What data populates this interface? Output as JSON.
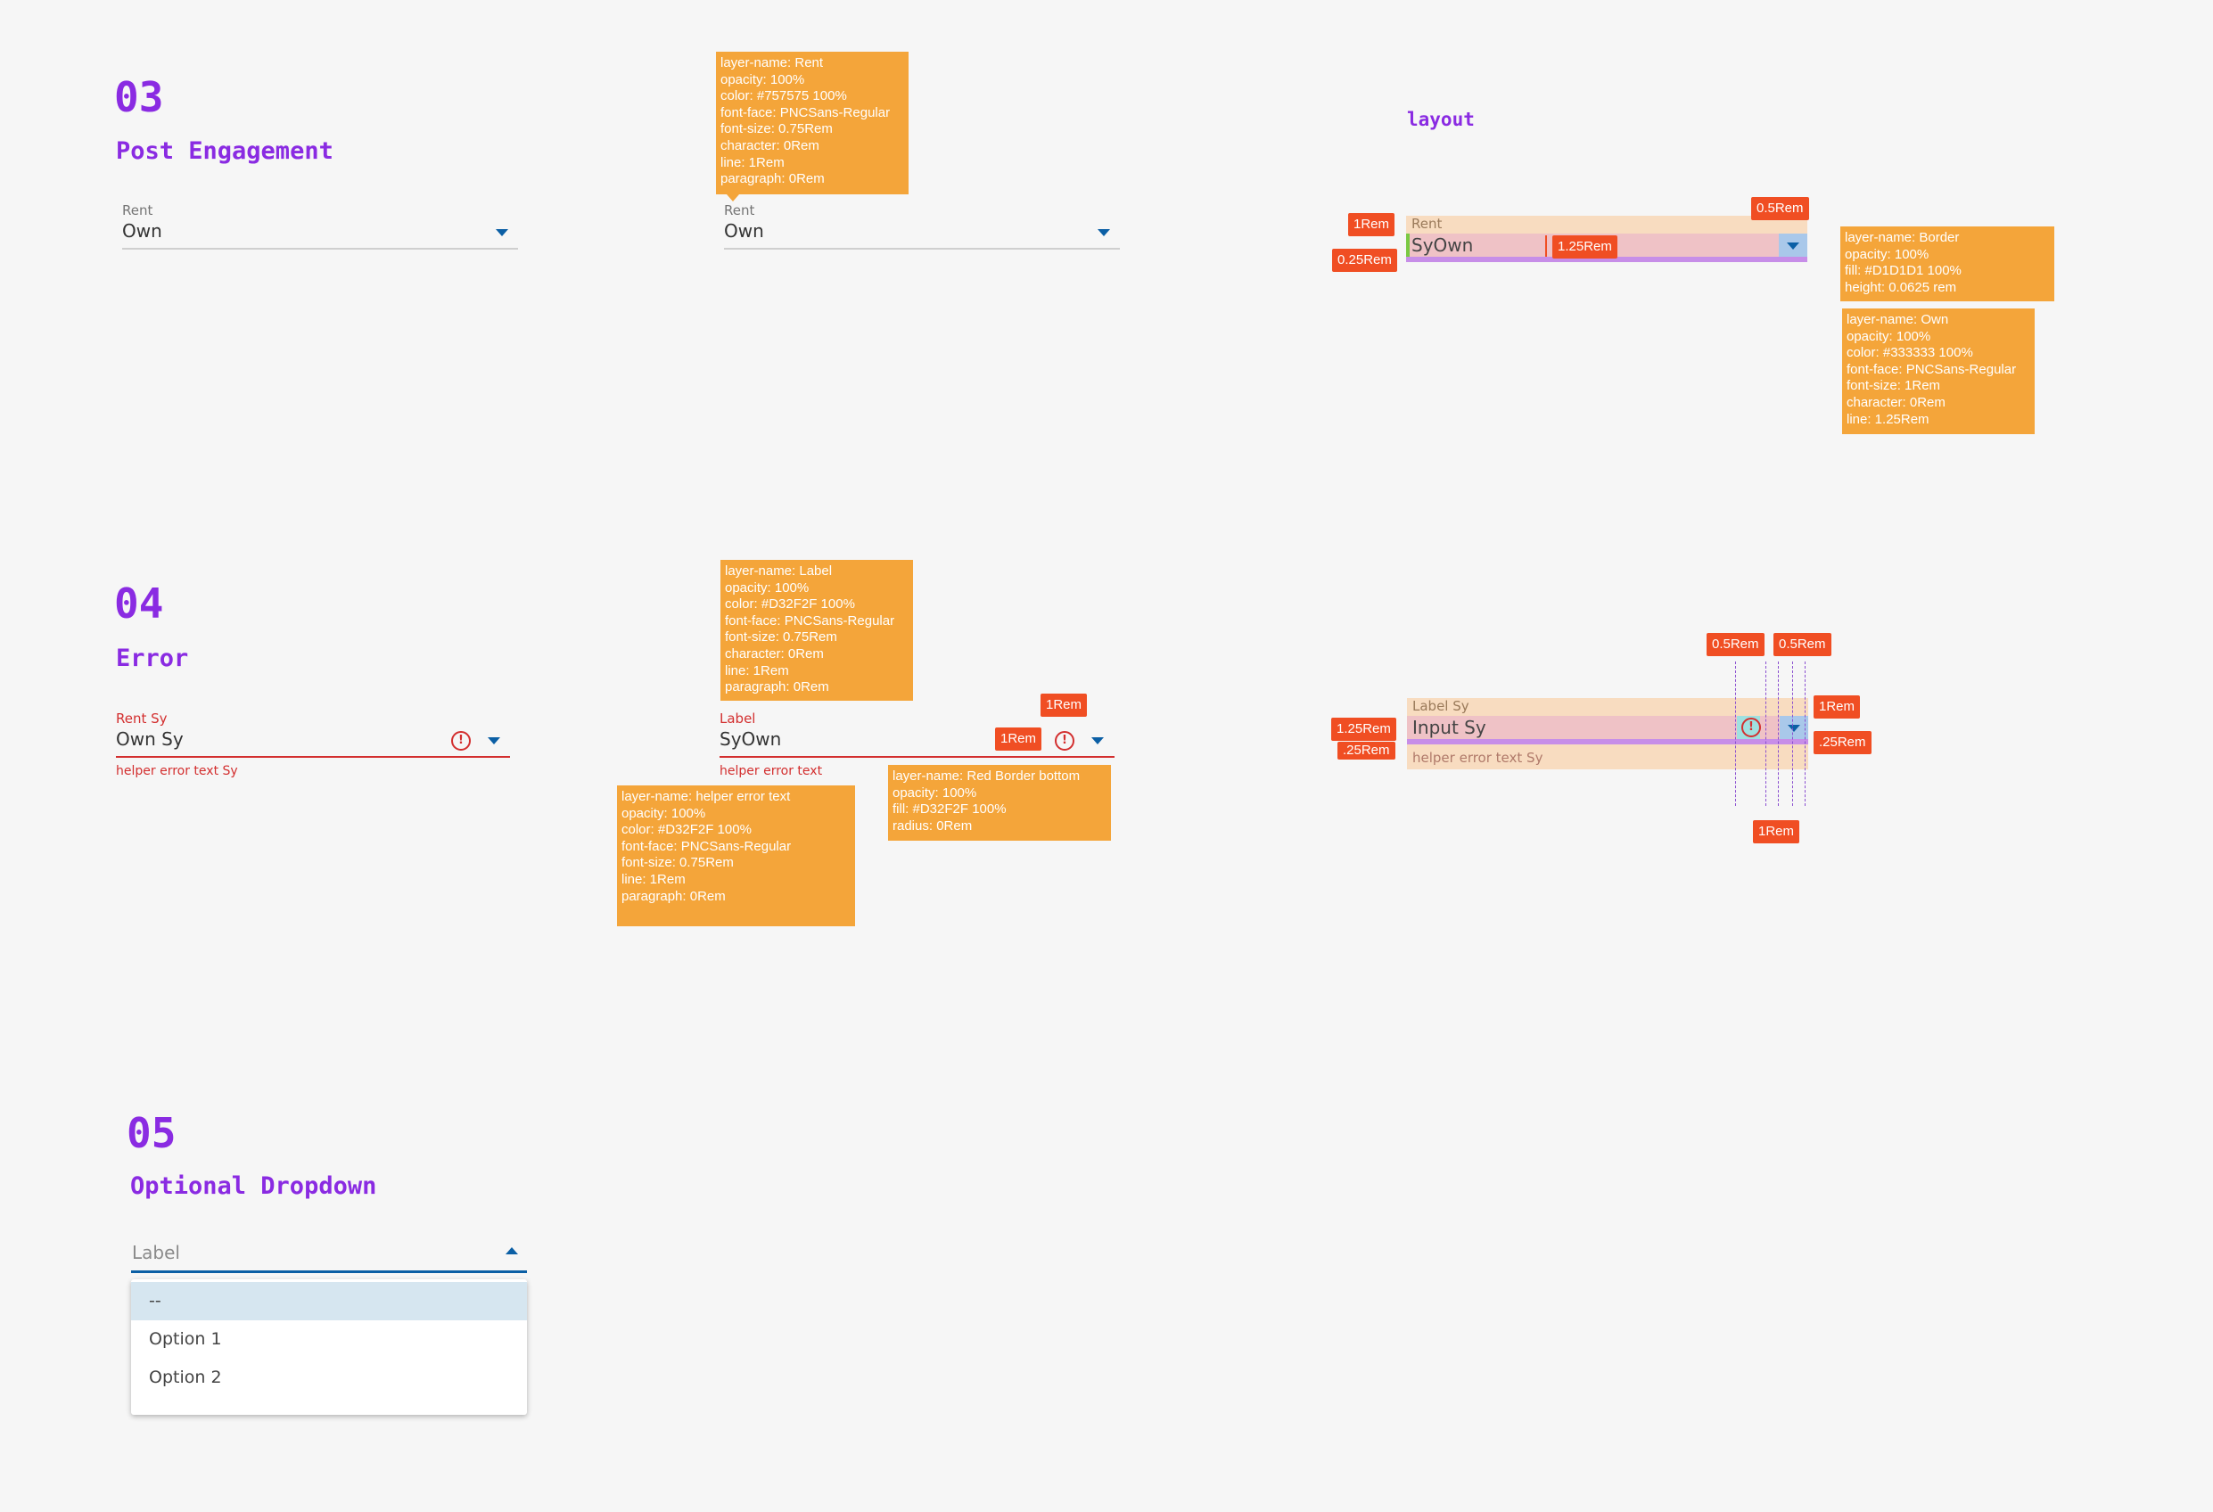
{
  "sections": {
    "s03": {
      "number": "03",
      "title": "Post Engagement"
    },
    "s04": {
      "number": "04",
      "title": "Error"
    },
    "s05": {
      "number": "05",
      "title": "Optional Dropdown"
    }
  },
  "layout_label": "layout",
  "post_engagement": {
    "field1": {
      "label": "Rent",
      "value": "Own"
    },
    "field2": {
      "label": "Rent",
      "value": "Own"
    },
    "tooltip_rent": [
      "layer-name: Rent",
      "opacity: 100%",
      "color: #757575 100%",
      "font-face: PNCSans-Regular",
      "font-size: 0.75Rem",
      "character: 0Rem",
      "line: 1Rem",
      "paragraph: 0Rem"
    ],
    "layout": {
      "label": "Rent",
      "value": "SyOwn",
      "badges": {
        "top_left": "1Rem",
        "bottom_left": "0.25Rem",
        "middle": "1.25Rem",
        "top_right": "0.5Rem"
      },
      "tooltip_border": [
        "layer-name: Border",
        "opacity: 100%",
        "fill: #D1D1D1 100%",
        "height: 0.0625 rem"
      ],
      "tooltip_own": [
        "layer-name: Own",
        "opacity: 100%",
        "color: #333333 100%",
        "font-face: PNCSans-Regular",
        "font-size: 1Rem",
        "character: 0Rem",
        "line: 1.25Rem"
      ]
    }
  },
  "error": {
    "field1": {
      "label": "Rent Sy",
      "value": "Own Sy",
      "helper": "helper error text Sy"
    },
    "field2": {
      "label": "Label",
      "value": "SyOwn",
      "helper": "helper error text",
      "badge_top": "1Rem",
      "badge_left": "1Rem"
    },
    "tooltip_label": [
      "layer-name: Label",
      "opacity: 100%",
      "color: #D32F2F 100%",
      "font-face: PNCSans-Regular",
      "font-size: 0.75Rem",
      "character: 0Rem",
      "line: 1Rem",
      "paragraph: 0Rem"
    ],
    "tooltip_helper": [
      "layer-name: helper error text",
      "opacity: 100%",
      "color: #D32F2F 100%",
      "font-face: PNCSans-Regular",
      "font-size: 0.75Rem",
      "line: 1Rem",
      "paragraph: 0Rem"
    ],
    "tooltip_redborder": [
      "layer-name: Red Border bottom",
      "opacity: 100%",
      "fill: #D32F2F 100%",
      "radius: 0Rem"
    ],
    "layout": {
      "label": "Label Sy",
      "value": "Input Sy",
      "helper": "helper error text Sy",
      "badges": {
        "top1": "0.5Rem",
        "top2": "0.5Rem",
        "left_top": "1.25Rem",
        "left_bottom": ".25Rem",
        "right_top": "1Rem",
        "right_bottom": ".25Rem",
        "bottom": "1Rem"
      }
    }
  },
  "optional": {
    "label": "Label",
    "options": [
      "--",
      "Option 1",
      "Option 2"
    ]
  }
}
